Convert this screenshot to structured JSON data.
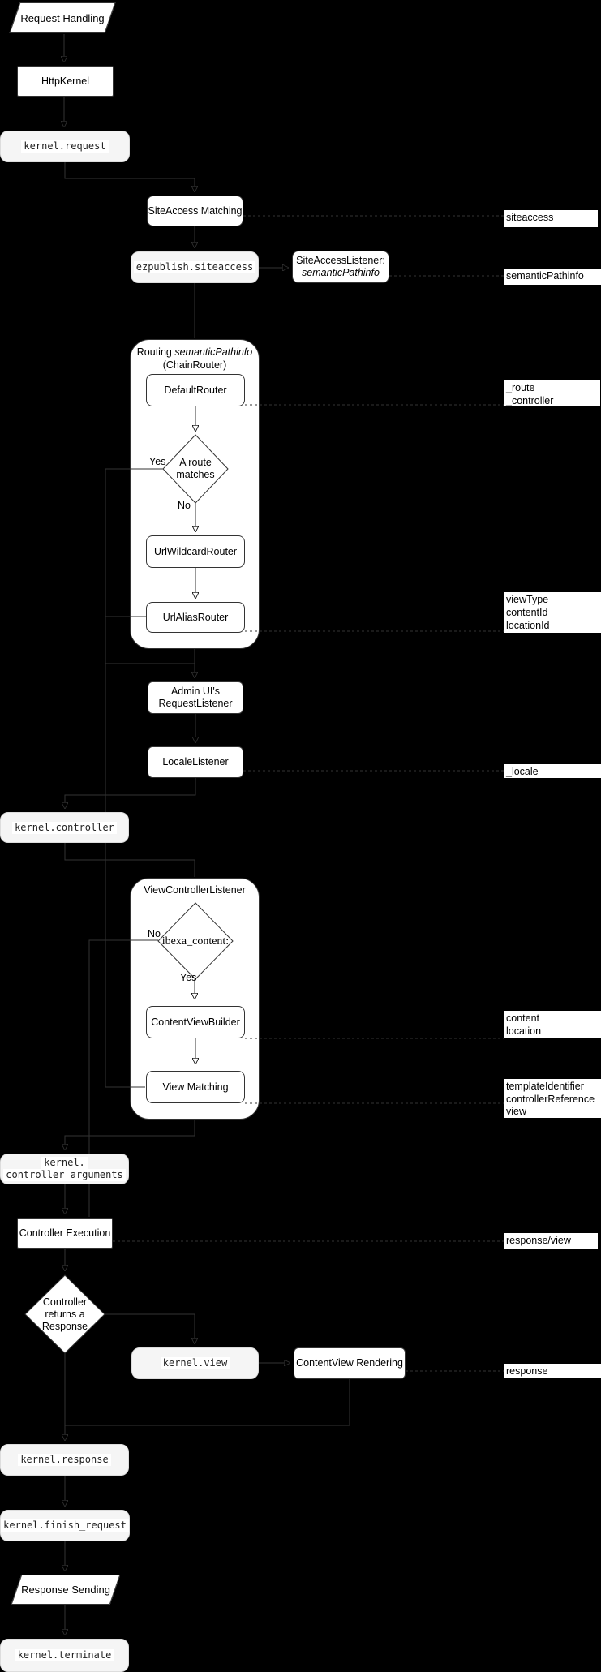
{
  "colors": {
    "background": "#000000",
    "node_fill": "#ffffff",
    "node_border": "#333333",
    "event_fill": "#f5f5f5",
    "event_text_bg": "#ffffff",
    "edge": "#333333"
  },
  "flow": {
    "request_handling": "Request Handling",
    "http_kernel": "HttpKernel",
    "siteaccess_matching": "SiteAccess Matching",
    "siteaccess_listener_line1": "SiteAccessListener:",
    "siteaccess_listener_line2": "semanticPathinfo",
    "routing_title_word": "Routing",
    "routing_title_italic": "semanticPathinfo",
    "routing_subtitle": "(ChainRouter)",
    "default_router": "DefaultRouter",
    "route_matches": "A route\nmatches",
    "yes_label": "Yes",
    "no_label": "No",
    "url_wildcard_router": "UrlWildcardRouter",
    "url_alias_router": "UrlAliasRouter",
    "admin_request_listener": "Admin UI's\nRequestListener",
    "locale_listener": "LocaleListener",
    "view_controller_listener": "ViewControllerListener",
    "ibexa_content_check": "ibexa_content:",
    "content_view_builder": "ContentViewBuilder",
    "view_matching": "View Matching",
    "controller_execution": "Controller Execution",
    "controller_returns_response": "Controller\nreturns a\nResponse",
    "content_view_rendering": "ContentView Rendering",
    "response_sending": "Response Sending"
  },
  "events": {
    "request": "kernel.request",
    "siteaccess": "ezpublish.siteaccess",
    "controller": "kernel.controller",
    "controller_arguments_line1": "kernel.",
    "controller_arguments_line2": "controller_arguments",
    "view": "kernel.view",
    "response": "kernel.response",
    "finish_request": "kernel.finish_request",
    "terminate": "kernel.terminate"
  },
  "annotations": {
    "siteaccess": "siteaccess",
    "semantic_pathinfo": "semanticPathinfo",
    "route_controller": "_route\n_controller",
    "view_type_content_location": "viewType\ncontentId\nlocationId",
    "locale": "_locale",
    "content_location": "content\nlocation",
    "template_controller_ref": "templateIdentifier\ncontrollerReference",
    "view": "view",
    "response_view": "response/view",
    "response": "response"
  }
}
